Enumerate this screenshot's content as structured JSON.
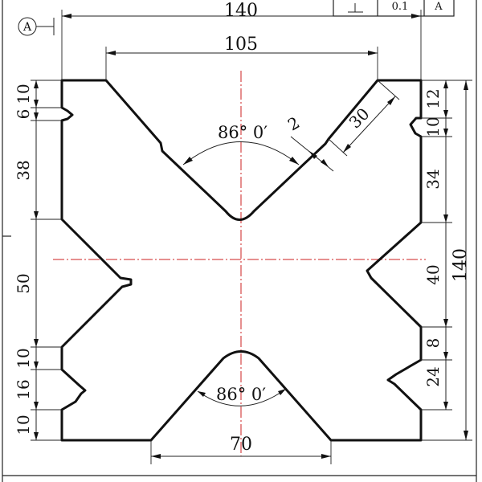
{
  "datum_label": "A",
  "title_block": {
    "cell_1": "0.1",
    "cell_2": "A"
  },
  "dimensions": {
    "overall_width": "140",
    "top_v_opening": "105",
    "bottom_v_opening": "70",
    "overall_height": "140",
    "top_v_angle": "86° 0′",
    "bottom_v_angle": "86° 0′",
    "top_v_step": "2",
    "top_v_depth": "30",
    "left_notch_offset": "6",
    "left_top_10": "10",
    "left_38": "38",
    "left_50": "50",
    "left_lower_10": "10",
    "left_16": "16",
    "left_bottom_10": "10",
    "right_12": "12",
    "right_10": "10",
    "right_34": "34",
    "right_40": "40",
    "right_8": "8",
    "right_24": "24"
  }
}
